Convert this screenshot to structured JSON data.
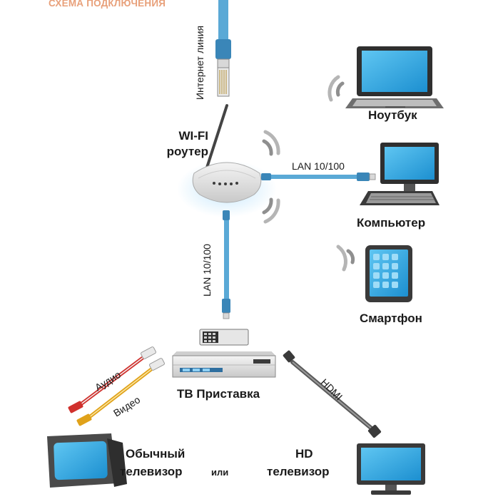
{
  "title": "СХЕМА ПОДКЛЮЧЕНИЯ",
  "labels": {
    "internet_line": "Интернет линия",
    "router_line1": "WI-FI",
    "router_line2": "роутер",
    "lan_horizontal": "LAN 10/100",
    "lan_vertical": "LAN 10/100",
    "laptop": "Ноутбук",
    "computer": "Компьютер",
    "smartphone": "Смартфон",
    "tv_box": "ТВ Приставка",
    "audio": "Аудио",
    "video": "Видео",
    "hdmi": "HDMI",
    "regular_tv_line1": "Обычный",
    "regular_tv_line2": "телевизор",
    "or": "или",
    "hd_tv_line1": "HD",
    "hd_tv_line2": "телевизор"
  },
  "colors": {
    "cable_blue": "#5aa9d6",
    "cable_dark": "#3a86b8",
    "screen_blue": "#2aa7e0",
    "device_dark": "#3a3a3a",
    "device_gray": "#8a8a8a",
    "title_orange": "#e8a07a",
    "audio_red": "#d0312d",
    "video_yellow": "#e0a21a"
  },
  "icons": {
    "laptop": "laptop-icon",
    "computer": "desktop-computer-icon",
    "smartphone": "smartphone-icon",
    "router": "wifi-router-icon",
    "tv_box": "set-top-box-icon",
    "regular_tv": "crt-tv-icon",
    "hd_tv": "flat-tv-icon",
    "wifi": "wifi-signal-icon"
  }
}
